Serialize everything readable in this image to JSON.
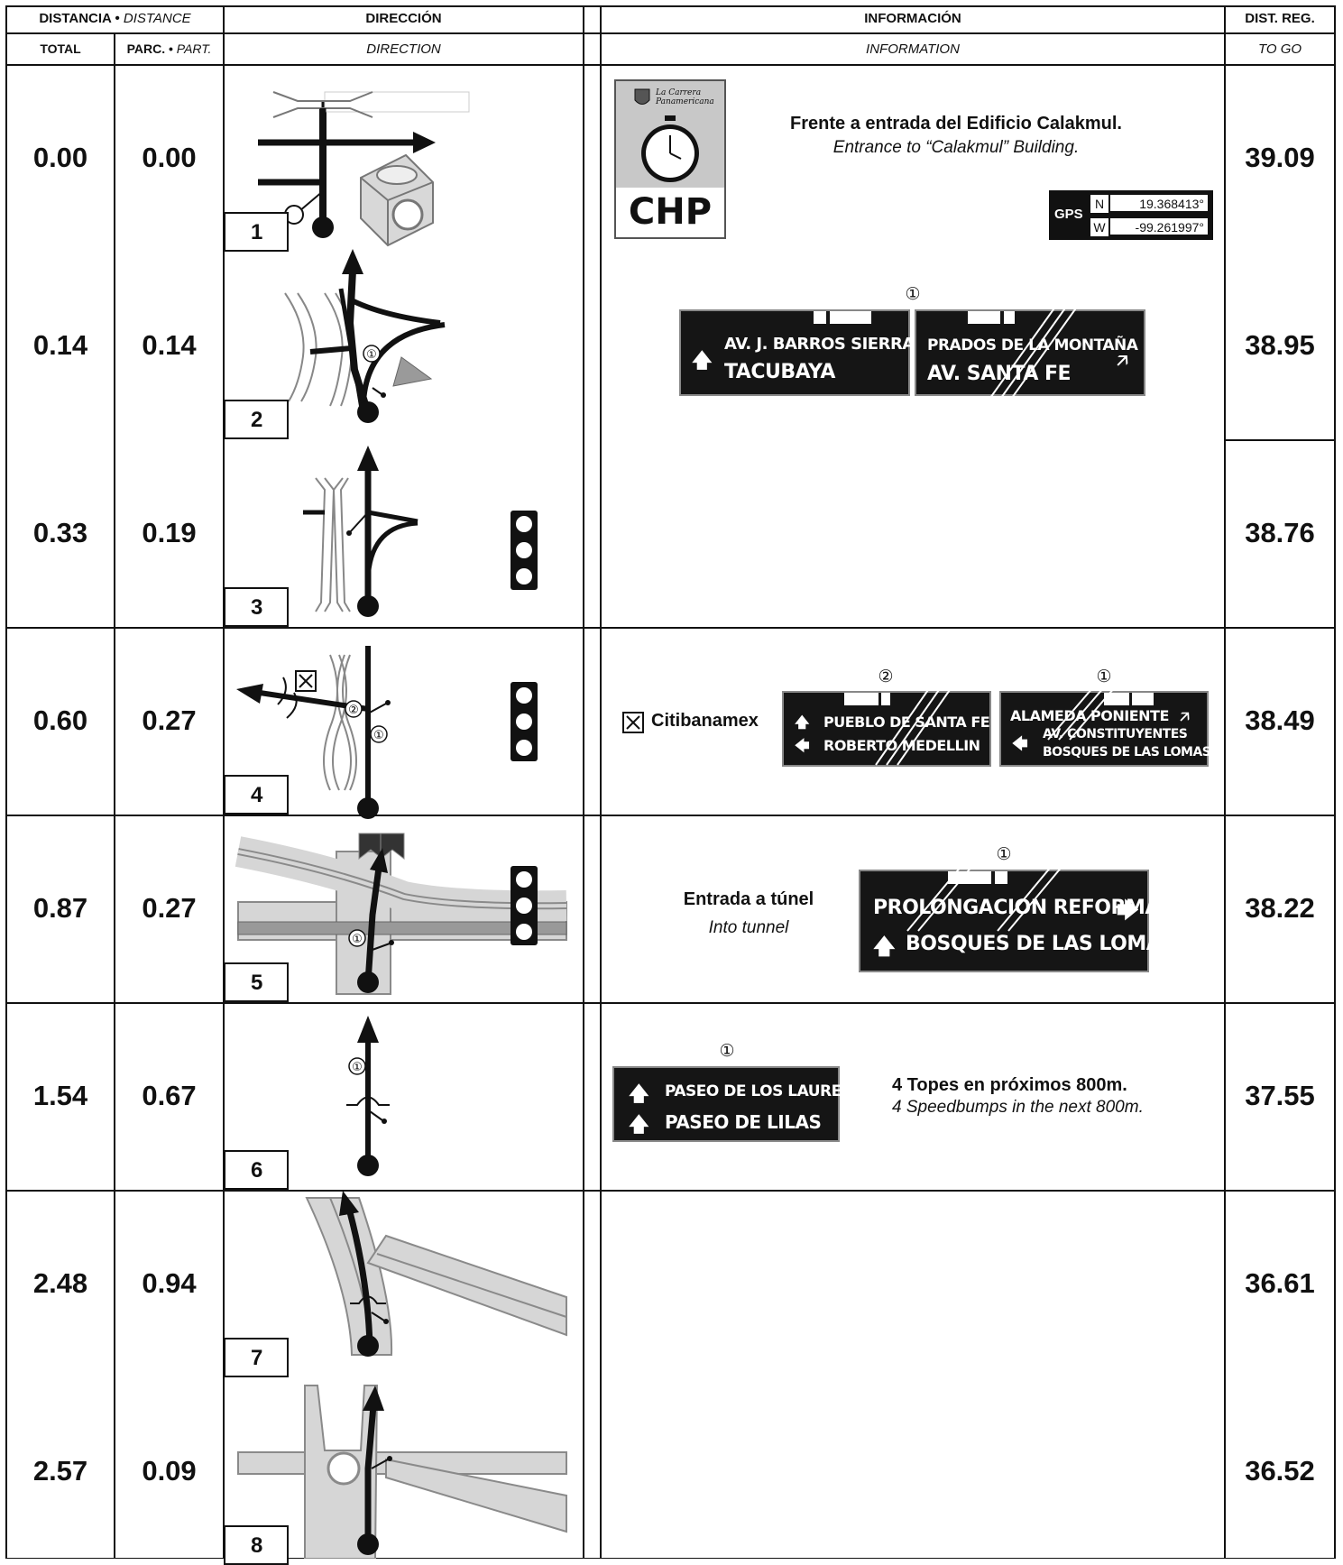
{
  "header": {
    "distance_es": "DISTANCIA •",
    "distance_en": "DISTANCE",
    "total": "TOTAL",
    "parc_es": "PARC. •",
    "parc_en": "PART.",
    "direction_es": "DIRECCIÓN",
    "direction_en": "DIRECTION",
    "info_es": "INFORMACIÓN",
    "info_en": "INFORMATION",
    "distreg_es": "DIST. REG.",
    "distreg_en": "TO GO"
  },
  "rows": [
    {
      "step": "1",
      "total": "0.00",
      "partial": "0.00",
      "to_go": "39.09"
    },
    {
      "step": "2",
      "total": "0.14",
      "partial": "0.14",
      "to_go": "38.95"
    },
    {
      "step": "3",
      "total": "0.33",
      "partial": "0.19",
      "to_go": "38.76"
    },
    {
      "step": "4",
      "total": "0.60",
      "partial": "0.27",
      "to_go": "38.49"
    },
    {
      "step": "5",
      "total": "0.87",
      "partial": "0.27",
      "to_go": "38.22"
    },
    {
      "step": "6",
      "total": "1.54",
      "partial": "0.67",
      "to_go": "37.55"
    },
    {
      "step": "7",
      "total": "2.48",
      "partial": "0.94",
      "to_go": "36.61"
    },
    {
      "step": "8",
      "total": "2.57",
      "partial": "0.09",
      "to_go": "36.52"
    }
  ],
  "info": {
    "r1": {
      "logo_text": "CHP",
      "logo_script": "La Carrera Panamericana",
      "text_es": "Frente a entrada del Edificio Calakmul.",
      "text_en": "Entrance to “Calakmul” Building.",
      "gps_label": "GPS",
      "gps_n_label": "N",
      "gps_n": "19.368413°",
      "gps_w_label": "W",
      "gps_w": "-99.261997°"
    },
    "r2": {
      "marker": "①",
      "sign_left_l1": "AV. J. BARROS SIERRA",
      "sign_left_l2": "TACUBAYA",
      "sign_right_l1": "PRADOS DE LA MONTAÑA",
      "sign_right_l2": "AV. SANTA FE"
    },
    "r4": {
      "poi": "Citibanamex",
      "marker_a": "②",
      "marker_b": "①",
      "sign_left_l1": "PUEBLO DE SANTA FE",
      "sign_left_l2": "ROBERTO MEDELLIN",
      "sign_right_l1": "ALAMEDA PONIENTE",
      "sign_right_l2": "AV. CONSTITUYENTES",
      "sign_right_l3": "BOSQUES DE LAS LOMAS"
    },
    "r5": {
      "text_es": "Entrada a túnel",
      "text_en": "Into tunnel",
      "marker": "①",
      "sign_l1": "PROLONGACION REFORMA",
      "sign_l2": "BOSQUES DE LAS LOMAS"
    },
    "r6": {
      "marker": "①",
      "sign_l1": "PASEO DE LOS LAURELES",
      "sign_l2": "PASEO DE LILAS",
      "text_es": "4 Topes en próximos 800m.",
      "text_en": "4 Speedbumps in the next 800m."
    }
  },
  "diagram_markers": {
    "d2": "①",
    "d4a": "②",
    "d4b": "①",
    "d5": "①",
    "d6": "①"
  },
  "colors": {
    "ink": "#111111",
    "road_gray": "#d6d6d6",
    "road_edge": "#8a8a8a",
    "sign_bg": "#151515"
  }
}
